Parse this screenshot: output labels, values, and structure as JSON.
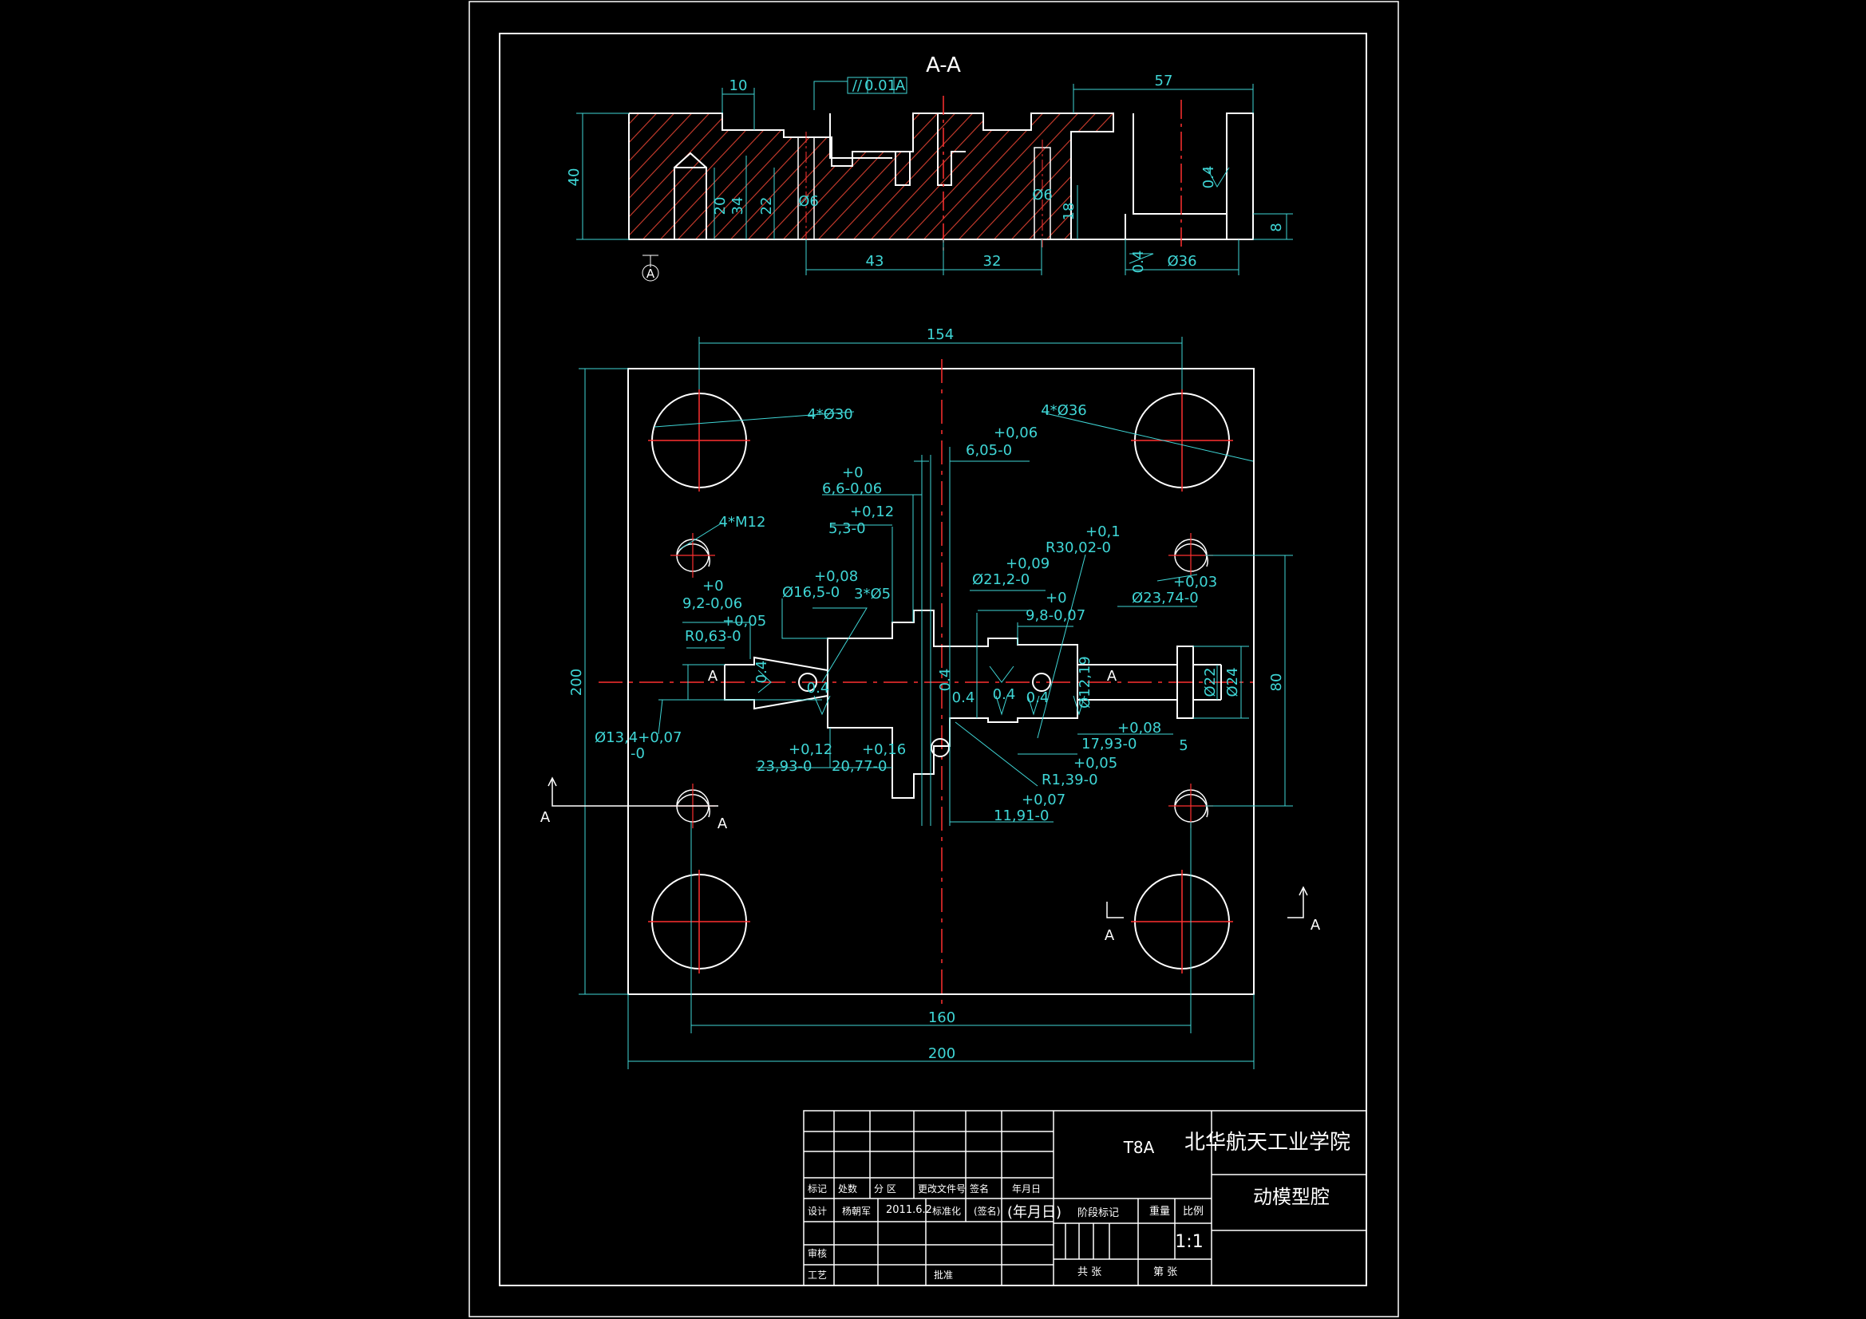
{
  "colors": {
    "background": "#000000",
    "outline": "#ffffff",
    "dimension": "#3fd6d6",
    "centerline": "#ff3030"
  },
  "section_title": "A-A",
  "section": {
    "datum": "A",
    "parallelism": {
      "symbol": "//",
      "value": "0.01",
      "datum": "A"
    },
    "dims": {
      "top_left": "10",
      "top_right": "57",
      "height": "40",
      "d20": "20",
      "d34": "34",
      "d22": "22",
      "hole_left": "Ø6",
      "hole_right": "Ø6",
      "d18": "18",
      "d8": "8",
      "b43": "43",
      "b32": "32",
      "dia36": "Ø36",
      "rough1": "0.4",
      "rough2": "0.4"
    }
  },
  "plan": {
    "width_154": "154",
    "dia30": "4*Ø30",
    "dia36": "4*Ø36",
    "m12": "4*M12",
    "height_200": "200",
    "v80": "80",
    "d160": "160",
    "d200": "200",
    "tol": {
      "t605_u": "+0,06",
      "t605": "6,05-0",
      "t66_u": "+0",
      "t66": "6,6-0,06",
      "t53_u": "+0,12",
      "t53": "5,3-0",
      "r30_u": "+0,1",
      "r30": "R30,02-0",
      "d212_u": "+0,09",
      "d212": "Ø21,2-0",
      "d165_u": "+0,08",
      "d165": "Ø16,5-0",
      "holes": "3*Ø5",
      "t92_u": "+0",
      "t92": "9,2-0,06",
      "t98_u": "+0",
      "t98": "9,8-0,07",
      "d2374": "Ø23,74-0",
      "d2374_u": "+0,03",
      "r063_u": "+0,05",
      "r063": "R0,63-0",
      "d1219": "Ø12,19",
      "d134": "Ø13,4+0,07",
      "d134_l": "-0",
      "t1793_u": "+0,08",
      "t1793": "17,93-0",
      "t2393_u": "+0,12",
      "t2393": "23,93-0",
      "t2077_u": "+0,16",
      "t2077": "20,77-0",
      "r139_u": "+0,05",
      "r139": "R1,39-0",
      "t1191_u": "+0,07",
      "t1191": "11,91-0",
      "d22": "Ø22",
      "d24": "Ø24",
      "d5": "5"
    },
    "rough": "0.4",
    "marks": {
      "a1": "A",
      "a2": "A",
      "a3": "A",
      "a4": "A",
      "a5": "A",
      "a6": "A"
    }
  },
  "title_block": {
    "material": "T8A",
    "school": "北华航天工业学院",
    "part": "动模型腔",
    "scale_label": "比例",
    "scale": "1:1",
    "weight_label": "重量",
    "stage_label": "阶段标记",
    "sheets_total": "共 张",
    "sheet_no": "第 张",
    "rev_headers": [
      "标记",
      "处数",
      "分 区",
      "更改文件号",
      "签名",
      "年月日"
    ],
    "design_label": "设计",
    "designer": "杨朝军",
    "date": "2011.6.2",
    "std_label": "标准化",
    "sig": "(签名)",
    "ymd": "(年月日)",
    "review_label": "审核",
    "process_label": "工艺",
    "approve_label": "批准"
  }
}
